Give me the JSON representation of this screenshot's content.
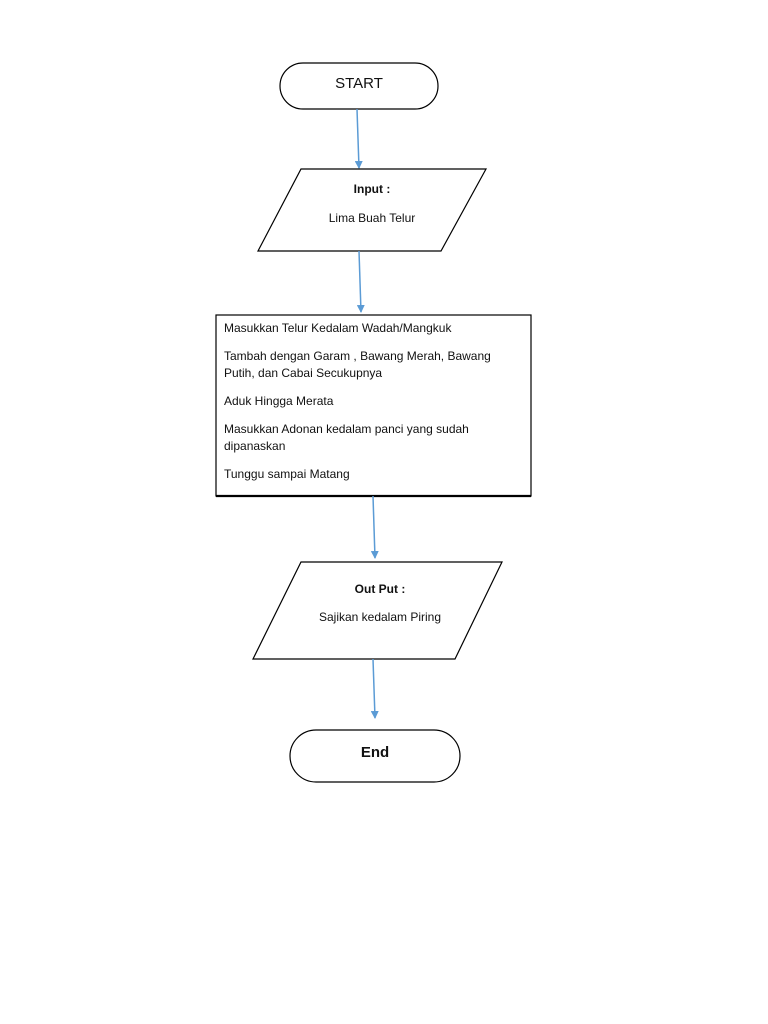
{
  "colors": {
    "connector": "#5b9bd5",
    "outline": "#000000",
    "fill": "#ffffff"
  },
  "start": {
    "label": "START"
  },
  "input": {
    "title": "Input :",
    "value": "Lima Buah Telur"
  },
  "process": {
    "steps": [
      "Masukkan Telur Kedalam Wadah/Mangkuk",
      "Tambah dengan Garam , Bawang Merah, Bawang Putih, dan Cabai Secukupnya",
      "Aduk Hingga Merata",
      "Masukkan Adonan kedalam panci yang sudah dipanaskan",
      "Tunggu sampai Matang"
    ]
  },
  "output": {
    "title": "Out Put :",
    "value": "Sajikan kedalam Piring"
  },
  "end": {
    "label": "End"
  }
}
